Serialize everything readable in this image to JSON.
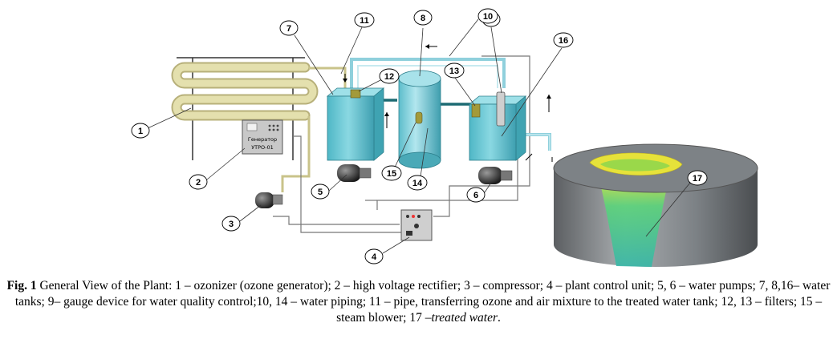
{
  "device_panel": {
    "line1": "Генератор",
    "line2": "УТРО-01"
  },
  "callouts": [
    "1",
    "2",
    "3",
    "4",
    "5",
    "6",
    "7",
    "8",
    "9",
    "10",
    "11",
    "12",
    "13",
    "14",
    "15",
    "16",
    "17"
  ],
  "caption": {
    "label": "Fig. 1",
    "text": " General View of the Plant: 1 – ozonizer (ozone generator); 2 – high voltage rectifier; 3 – compressor; 4 – plant control unit; 5, 6 – water pumps; 7, 8,16– water tanks; 9– gauge device for water quality control;10, 14 – water piping; 11 – pipe, transferring ozone and air mixture to the treated water tank; 12, 13 – filters; 15 – steam blower; 17 –",
    "italic_text": "treated water",
    "end": "."
  },
  "colors": {
    "tank": "#6cc7d3",
    "tank_dark": "#3ea3b3",
    "pipe_yellow": "#d9d49a",
    "pipe_blue": "#8fd0dc",
    "pipe_dark": "#1d6b73",
    "filter": "#a39a3a",
    "treated_water": "#4fd58a"
  }
}
